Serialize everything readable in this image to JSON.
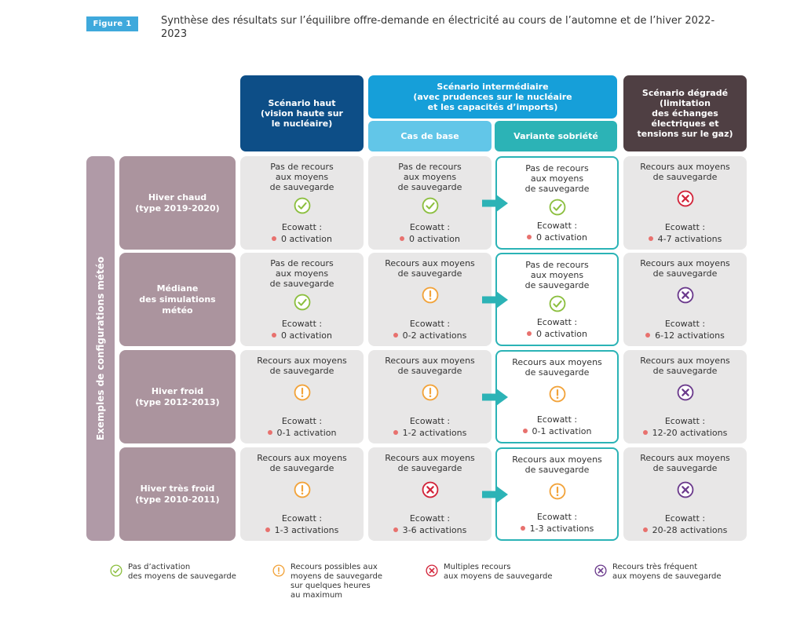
{
  "figure": {
    "badge": "Figure 1",
    "title": "Synthèse des résultats sur l’équilibre offre-demande en électricité au cours de l’automne et de l’hiver 2022-2023"
  },
  "columns": {
    "haut": "Scénario haut\n(vision haute sur\nle nucléaire)",
    "intermediaire": "Scénario intermédiaire\n(avec prudences sur le nucléaire\net les capacités d’imports)",
    "cas_de_base": "Cas de base",
    "variante_sobriete": "Variante sobriété",
    "degrade": "Scénario dégradé\n(limitation\ndes échanges\nélectriques et\ntensions sur le gaz)"
  },
  "side_label": "Exemples de configurations météo",
  "ecowatt_label": "Ecowatt :",
  "rows": [
    {
      "label": "Hiver chaud\n(type 2019-2020)",
      "cells": [
        {
          "desc": "Pas de recours\naux moyens\nde sauvegarde",
          "icon": "check-green",
          "activations": "0 activation"
        },
        {
          "desc": "Pas de recours\naux moyens\nde sauvegarde",
          "icon": "check-green",
          "activations": "0 activation"
        },
        {
          "desc": "Pas de recours\naux moyens\nde sauvegarde",
          "icon": "check-green",
          "activations": "0 activation"
        },
        {
          "desc": "Recours aux moyens\nde sauvegarde",
          "icon": "cross-red",
          "activations": "4-7 activations"
        }
      ]
    },
    {
      "label": "Médiane\ndes simulations\nmétéo",
      "cells": [
        {
          "desc": "Pas de recours\naux moyens\nde sauvegarde",
          "icon": "check-green",
          "activations": "0 activation"
        },
        {
          "desc": "Recours aux moyens\nde sauvegarde",
          "icon": "exclaim-orange",
          "activations": "0-2 activations"
        },
        {
          "desc": "Pas de recours\naux moyens\nde sauvegarde",
          "icon": "check-green",
          "activations": "0 activation"
        },
        {
          "desc": "Recours aux moyens\nde sauvegarde",
          "icon": "cross-purple",
          "activations": "6-12 activations"
        }
      ]
    },
    {
      "label": "Hiver froid\n(type 2012-2013)",
      "cells": [
        {
          "desc": "Recours aux moyens\nde sauvegarde",
          "icon": "exclaim-orange",
          "activations": "0-1 activation"
        },
        {
          "desc": "Recours aux moyens\nde sauvegarde",
          "icon": "exclaim-orange",
          "activations": "1-2 activations"
        },
        {
          "desc": "Recours aux moyens\nde sauvegarde",
          "icon": "exclaim-orange",
          "activations": "0-1 activation"
        },
        {
          "desc": "Recours aux moyens\nde sauvegarde",
          "icon": "cross-purple",
          "activations": "12-20 activations"
        }
      ]
    },
    {
      "label": "Hiver très froid\n(type 2010-2011)",
      "cells": [
        {
          "desc": "Recours aux moyens\nde sauvegarde",
          "icon": "exclaim-orange",
          "activations": "1-3 activations"
        },
        {
          "desc": "Recours aux moyens\nde sauvegarde",
          "icon": "cross-red",
          "activations": "3-6 activations"
        },
        {
          "desc": "Recours aux moyens\nde sauvegarde",
          "icon": "exclaim-orange",
          "activations": "1-3 activations"
        },
        {
          "desc": "Recours aux moyens\nde sauvegarde",
          "icon": "cross-purple",
          "activations": "20-28 activations"
        }
      ]
    }
  ],
  "legend": [
    {
      "icon": "check-green",
      "text": "Pas d’activation\ndes moyens de sauvegarde"
    },
    {
      "icon": "exclaim-orange",
      "text": "Recours possibles aux\nmoyens de sauvegarde\nsur quelques heures\nau maximum"
    },
    {
      "icon": "cross-red",
      "text": "Multiples recours\naux moyens de sauvegarde"
    },
    {
      "icon": "cross-purple",
      "text": "Recours très fréquent\naux moyens de sauvegarde"
    }
  ],
  "colors": {
    "check-green": "#8cbf3f",
    "exclaim-orange": "#f2a33a",
    "cross-red": "#d2243a",
    "cross-purple": "#6b3a8c",
    "arrow": "#2cb3b6"
  }
}
